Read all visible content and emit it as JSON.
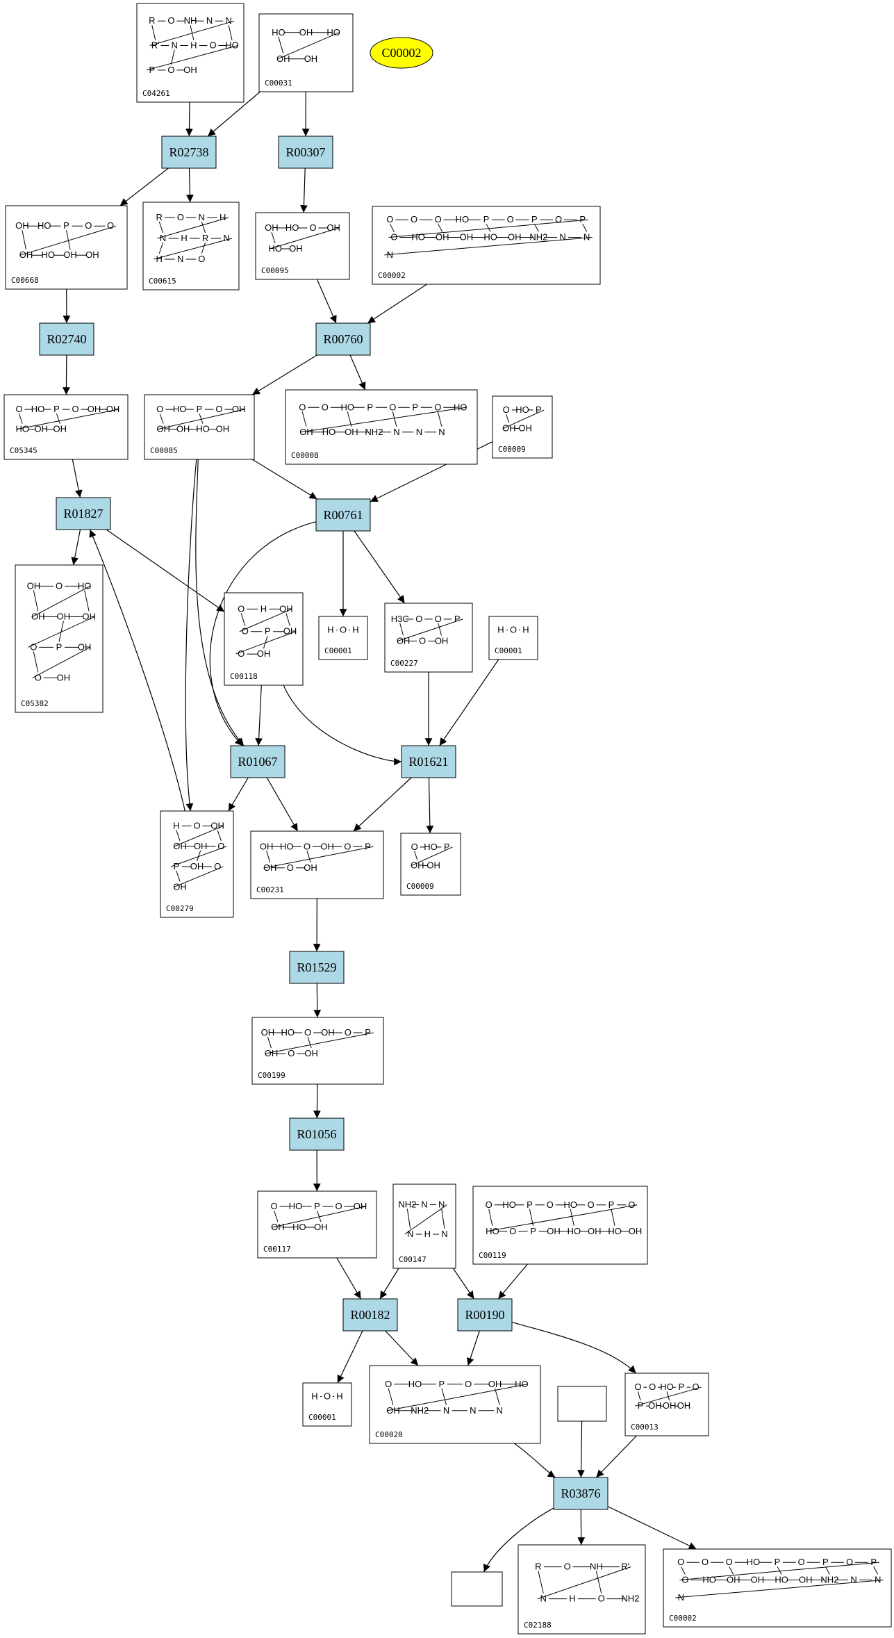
{
  "colors": {
    "reaction_fill": "#add8e6",
    "highlight_fill": "#ffff00",
    "stroke": "#000000",
    "background": "#ffffff"
  },
  "reactions": [
    {
      "id": "R02738",
      "label": "R02738"
    },
    {
      "id": "R00307",
      "label": "R00307"
    },
    {
      "id": "R02740",
      "label": "R02740"
    },
    {
      "id": "R00760",
      "label": "R00760"
    },
    {
      "id": "R01827",
      "label": "R01827"
    },
    {
      "id": "R00761",
      "label": "R00761"
    },
    {
      "id": "R01067",
      "label": "R01067"
    },
    {
      "id": "R01621",
      "label": "R01621"
    },
    {
      "id": "R01529",
      "label": "R01529"
    },
    {
      "id": "R01056",
      "label": "R01056"
    },
    {
      "id": "R00182",
      "label": "R00182"
    },
    {
      "id": "R00190",
      "label": "R00190"
    },
    {
      "id": "R03876",
      "label": "R03876"
    }
  ],
  "highlight": {
    "id": "C00002",
    "label": "C00002"
  },
  "compounds": [
    {
      "id": "C04261",
      "label": "C04261",
      "atoms": [
        "R",
        "O",
        "NH",
        "N",
        "N",
        "R'",
        "N",
        "H",
        "O",
        "HO",
        "P",
        "O",
        "OH"
      ]
    },
    {
      "id": "C00031",
      "label": "C00031",
      "atoms": [
        "HO",
        "OH",
        "HO",
        "OH",
        "OH"
      ]
    },
    {
      "id": "C00668",
      "label": "C00668",
      "atoms": [
        "OH",
        "HO",
        "P",
        "O",
        "O",
        "OH",
        "HO",
        "OH",
        "OH"
      ]
    },
    {
      "id": "C00615",
      "label": "C00615",
      "atoms": [
        "R",
        "O",
        "N",
        "H",
        "N",
        "H",
        "R",
        "N",
        "H",
        "N",
        "O"
      ]
    },
    {
      "id": "C00095",
      "label": "C00095",
      "atoms": [
        "OH",
        "HO",
        "O",
        "OH",
        "HO",
        "OH"
      ]
    },
    {
      "id": "C00002_top",
      "label": "C00002",
      "atoms": [
        "O",
        "O",
        "O",
        "HO",
        "P",
        "O",
        "P",
        "O",
        "P",
        "O",
        "HO",
        "OH",
        "OH",
        "HO",
        "OH",
        "NH2",
        "N",
        "N",
        "N"
      ]
    },
    {
      "id": "C05345",
      "label": "C05345",
      "atoms": [
        "O",
        "HO",
        "P",
        "O",
        "OH",
        "OH",
        "HO",
        "OH",
        "OH"
      ]
    },
    {
      "id": "C00085",
      "label": "C00085",
      "atoms": [
        "O",
        "HO",
        "P",
        "O",
        "OH",
        "OH",
        "OH",
        "HO",
        "OH"
      ]
    },
    {
      "id": "C00008",
      "label": "C00008",
      "atoms": [
        "O",
        "O",
        "HO",
        "P",
        "O",
        "P",
        "O",
        "HO",
        "OH",
        "HO",
        "OH",
        "NH2",
        "N",
        "N",
        "N"
      ]
    },
    {
      "id": "C00009_top",
      "label": "C00009",
      "atoms": [
        "O",
        "HO",
        "P",
        "OH",
        "OH"
      ]
    },
    {
      "id": "C05382",
      "label": "C05382",
      "atoms": [
        "OH",
        "O",
        "HO",
        "OH",
        "OH",
        "OH",
        "O",
        "P",
        "OH",
        "O",
        "OH"
      ]
    },
    {
      "id": "C00118",
      "label": "C00118",
      "atoms": [
        "O",
        "H",
        "OH",
        "O",
        "P",
        "OH",
        "O",
        "OH"
      ]
    },
    {
      "id": "C00001_a",
      "label": "C00001",
      "atoms": [
        "H",
        "O",
        "H"
      ]
    },
    {
      "id": "C00227",
      "label": "C00227",
      "atoms": [
        "H3C",
        "O",
        "O",
        "P",
        "OH",
        "O",
        "OH"
      ]
    },
    {
      "id": "C00001_b",
      "label": "C00001",
      "atoms": [
        "H",
        "O",
        "H"
      ]
    },
    {
      "id": "C00279",
      "label": "C00279",
      "atoms": [
        "H",
        "O",
        "OH",
        "OH",
        "OH",
        "O",
        "P",
        "OH",
        "O",
        "OH"
      ]
    },
    {
      "id": "C00231",
      "label": "C00231",
      "atoms": [
        "OH",
        "HO",
        "O",
        "OH",
        "O",
        "P",
        "OH",
        "O",
        "OH"
      ]
    },
    {
      "id": "C00009_mid",
      "label": "C00009",
      "atoms": [
        "O",
        "HO",
        "P",
        "OH",
        "OH"
      ]
    },
    {
      "id": "C00199",
      "label": "C00199",
      "atoms": [
        "OH",
        "HO",
        "O",
        "OH",
        "O",
        "P",
        "OH",
        "O",
        "OH"
      ]
    },
    {
      "id": "C00117",
      "label": "C00117",
      "atoms": [
        "O",
        "HO",
        "P",
        "O",
        "OH",
        "OH",
        "HO",
        "OH"
      ]
    },
    {
      "id": "C00147",
      "label": "C00147",
      "atoms": [
        "NH2",
        "N",
        "N",
        "N",
        "H",
        "N"
      ]
    },
    {
      "id": "C00119",
      "label": "C00119",
      "atoms": [
        "O",
        "HO",
        "P",
        "O",
        "HO",
        "O",
        "P",
        "O",
        "HO",
        "O",
        "P",
        "OH",
        "HO",
        "OH",
        "HO",
        "OH"
      ]
    },
    {
      "id": "C00001_c",
      "label": "C00001",
      "atoms": [
        "H",
        "O",
        "H"
      ]
    },
    {
      "id": "C00020",
      "label": "C00020",
      "atoms": [
        "O",
        "HO",
        "P",
        "O",
        "OH",
        "HO",
        "OH",
        "NH2",
        "N",
        "N",
        "N"
      ]
    },
    {
      "id": "C00013",
      "label": "C00013",
      "atoms": [
        "O",
        "O",
        "HO",
        "P",
        "O",
        "P",
        "OH",
        "OH",
        "OH"
      ]
    },
    {
      "id": "C02188",
      "label": "C02188",
      "atoms": [
        "R",
        "O",
        "NH",
        "R'",
        "N",
        "H",
        "O",
        "NH2"
      ]
    },
    {
      "id": "C00002_bottom",
      "label": "C00002",
      "atoms": [
        "O",
        "O",
        "O",
        "HO",
        "P",
        "O",
        "P",
        "O",
        "P",
        "O",
        "HO",
        "OH",
        "OH",
        "HO",
        "OH",
        "NH2",
        "N",
        "N",
        "N"
      ]
    }
  ],
  "edges": [
    [
      "C04261",
      "R02738"
    ],
    [
      "C00031",
      "R02738"
    ],
    [
      "C00031",
      "R00307"
    ],
    [
      "R02738",
      "C00668"
    ],
    [
      "R02738",
      "C00615"
    ],
    [
      "R00307",
      "C00095"
    ],
    [
      "C00668",
      "R02740"
    ],
    [
      "C00095",
      "R00760"
    ],
    [
      "C00002_top",
      "R00760"
    ],
    [
      "R02740",
      "C05345"
    ],
    [
      "R00760",
      "C00085"
    ],
    [
      "R00760",
      "C00008"
    ],
    [
      "C05345",
      "R01827"
    ],
    [
      "C00085",
      "R00761"
    ],
    [
      "C00009_top",
      "R00761"
    ],
    [
      "R01827",
      "C05382"
    ],
    [
      "R01827",
      "C00118"
    ],
    [
      "R00761",
      "C00001_a"
    ],
    [
      "R00761",
      "C00227"
    ],
    [
      "R00761",
      "R01067"
    ],
    [
      "C00085",
      "R01067"
    ],
    [
      "C00085",
      "C00279"
    ],
    [
      "C00279",
      "R01827"
    ],
    [
      "C00118",
      "R01067"
    ],
    [
      "C00118",
      "R01621"
    ],
    [
      "C00227",
      "R01621"
    ],
    [
      "C00001_b",
      "R01621"
    ],
    [
      "R01067",
      "C00279"
    ],
    [
      "R01067",
      "C00231"
    ],
    [
      "R01621",
      "C00231"
    ],
    [
      "R01621",
      "C00009_mid"
    ],
    [
      "C00231",
      "R01529"
    ],
    [
      "R01529",
      "C00199"
    ],
    [
      "C00199",
      "R01056"
    ],
    [
      "R01056",
      "C00117"
    ],
    [
      "C00117",
      "R00182"
    ],
    [
      "C00147",
      "R00182"
    ],
    [
      "C00147",
      "R00190"
    ],
    [
      "C00119",
      "R00190"
    ],
    [
      "R00182",
      "C00001_c"
    ],
    [
      "R00182",
      "C00020"
    ],
    [
      "R00190",
      "C00020"
    ],
    [
      "R00190",
      "C00013"
    ],
    [
      "C00020",
      "R03876"
    ],
    [
      "blank_top",
      "R03876"
    ],
    [
      "C00013",
      "R03876"
    ],
    [
      "R03876",
      "blank_bottom"
    ],
    [
      "R03876",
      "C02188"
    ],
    [
      "R03876",
      "C00002_bottom"
    ]
  ]
}
